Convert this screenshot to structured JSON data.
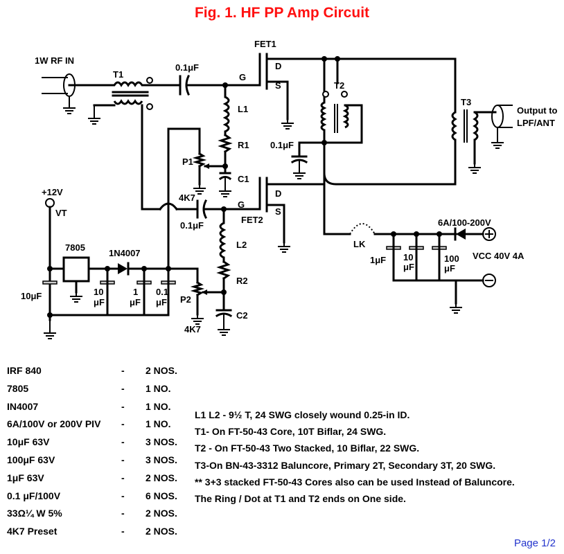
{
  "title": "Fig. 1. HF PP Amp Circuit",
  "labels": {
    "rf_in": "1W RF IN",
    "t1": "T1",
    "cap_in": "0.1μF",
    "fet1": "FET1",
    "g1": "G",
    "d1": "D",
    "s1": "S",
    "t2": "T2",
    "t3": "T3",
    "output_line1": "Output to",
    "output_line2": "LPF/ANT",
    "l1": "L1",
    "r1": "R1",
    "p1": "P1",
    "c1": "C1",
    "cap_drain": "0.1μF",
    "p1_value": "4K7",
    "fet2": "FET2",
    "g2": "G",
    "d2": "D",
    "s2": "S",
    "cap_in2": "0.1μF",
    "l2": "L2",
    "r2": "R2",
    "p2": "P2",
    "c2": "C2",
    "p2_value": "4K7",
    "vplus": "+12V",
    "vt": "VT",
    "reg": "7805",
    "diode": "1N4007",
    "c_10uf_a": "10μF",
    "c_10_b": "10",
    "c_uf_b": "μF",
    "c_1_c": "1",
    "c_uf_c": "μF",
    "c_01_d": "0.1",
    "c_uf_d": "μF",
    "lk": "LK",
    "fuse_diode": "6A/100-200V",
    "vcc": "VCC 40V 4A",
    "c_1uf_e": "1μF",
    "c_10_f": "10",
    "c_uf_f": "μF",
    "c_100_g": "100",
    "c_uf_g": "μF"
  },
  "bom": [
    {
      "part": "IRF 840",
      "dash": "-",
      "qty": "2 NOS."
    },
    {
      "part": "7805",
      "dash": "-",
      "qty": "1 NO."
    },
    {
      "part": "IN4007",
      "dash": "-",
      "qty": "1 NO."
    },
    {
      "part": "6A/100V or 200V PIV",
      "dash": "-",
      "qty": "1 NO."
    },
    {
      "part": "10μF 63V",
      "dash": "-",
      "qty": "3 NOS."
    },
    {
      "part": "100μF 63V",
      "dash": "-",
      "qty": "3 NOS."
    },
    {
      "part": "1μF 63V",
      "dash": "-",
      "qty": "2 NOS."
    },
    {
      "part": "0.1 μF/100V",
      "dash": "-",
      "qty": "6 NOS."
    },
    {
      "part": "33Ω¼ W 5%",
      "dash": "-",
      "qty": "2 NOS."
    },
    {
      "part": "4K7 Preset",
      "dash": "-",
      "qty": "2 NOS."
    }
  ],
  "notes": [
    "L1 L2 - 9½ T, 24 SWG  closely wound 0.25-in ID.",
    "T1- On FT-50-43 Core, 10T Biflar, 24 SWG.",
    "T2 - On FT-50-43 Two Stacked, 10 Biflar, 22 SWG.",
    "T3-On BN-43-3312 Baluncore, Primary 2T, Secondary 3T, 20 SWG.",
    "** 3+3 stacked FT-50-43 Cores also can be used Instead of Baluncore.",
    "The Ring / Dot at T1 and T2 ends on One side."
  ],
  "page": "Page 1/2"
}
